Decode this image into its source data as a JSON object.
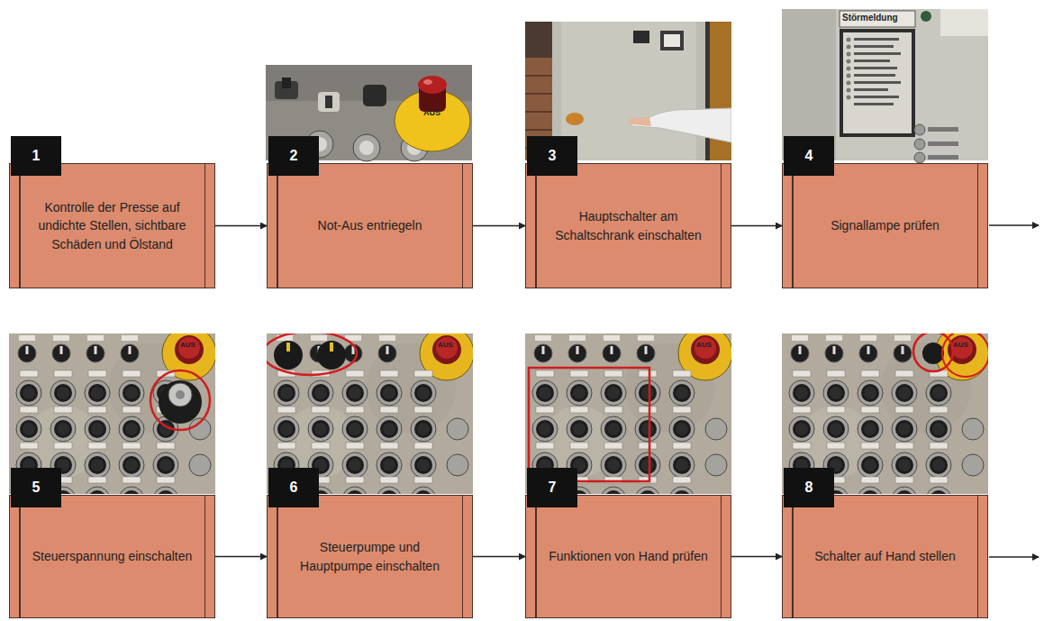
{
  "diagram": {
    "nodes": [
      {
        "text": [
          "1",
          "Kontrolle der Presse auf undichte Stellen, sichtbare Schäden und Ölstand"
        ]
      },
      {
        "text": [
          "2",
          "Not-Aus entriegeln"
        ]
      },
      {
        "text": [
          "3",
          "Hauptschalter am Schaltschrank einschalten"
        ]
      },
      {
        "text": [
          "4",
          "Signallampe prüfen"
        ]
      },
      {
        "text": [
          "5",
          "Steuerspannung einschalten"
        ]
      },
      {
        "text": [
          "6",
          "Steuerpumpe und Hauptpumpe einschalten"
        ]
      },
      {
        "text": [
          "7",
          "Funktionen von Hand prüfen"
        ]
      },
      {
        "text": [
          "8",
          "Schalter auf Hand stellen"
        ]
      }
    ],
    "edges": [
      {
        "from": 0,
        "to": 1,
        "arrow": "to"
      },
      {
        "from": 1,
        "to": 2,
        "arrow": "to"
      },
      {
        "from": 2,
        "to": 3,
        "arrow": "to"
      },
      {
        "from": 4,
        "to": 5,
        "arrow": "to"
      },
      {
        "from": 5,
        "to": 6,
        "arrow": "to"
      },
      {
        "from": 6,
        "to": 7,
        "arrow": "to"
      }
    ],
    "labels": [
      "AUS",
      "Störmeldung",
      "AUS",
      "AUS",
      "AUS",
      "AUS"
    ]
  }
}
